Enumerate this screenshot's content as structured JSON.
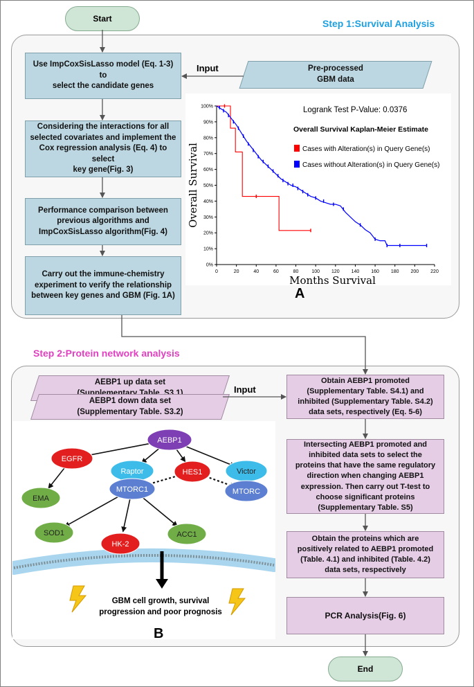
{
  "colors": {
    "box_blue": "#bcd7e1",
    "box_pink": "#e6cde6",
    "pill_green": "#cfe6d6",
    "step1_title": "#1ea0e0",
    "step2_title": "#e040c0",
    "red_series": "#ff0000",
    "blue_series": "#0000ff"
  },
  "start": "Start",
  "end": "End",
  "step1": {
    "title": "Step 1:Survival Analysis",
    "input_label": "Input",
    "preprocessed": "Pre-processed\nGBM data",
    "box1": "Use ImpCoxSisLasso model (Eq. 1-3) to\nselect the candidate genes",
    "box2": "Considering the interactions for all\nselected covariates and implement the\nCox regression analysis (Eq. 4) to select\nkey gene(Fig. 3)",
    "box3": "Performance comparison between\nprevious algorithms and\nImpCoxSisLasso algorithm(Fig. 4)",
    "box4": "Carry out the immune-chemistry\nexperiment to verify the relationship\nbetween key genes and GBM (Fig. 1A)",
    "panel_letter": "A"
  },
  "step2": {
    "title": "Step 2:Protein network analysis",
    "input_label": "Input",
    "up_data": "AEBP1 up data set\n(Supplementary Table. S3.1)",
    "down_data": "AEBP1 down data set\n(Supplementary Table. S3.2)",
    "box1": "Obtain AEBP1 promoted\n(Supplementary Table. S4.1) and\ninhibited (Supplementary Table. S4.2)\ndata sets, respectively (Eq. 5-6)",
    "box2": "Intersecting  AEBP1 promoted and\ninhibited data sets to select the\nproteins that have the same regulatory\ndirection when changing AEBP1\nexpression. Then carry out T-test to\nchoose significant proteins\n(Supplementary Table. S5)",
    "box3": "Obtain the proteins which are\npositively related to AEBP1 promoted\n(Table. 4.1) and inhibited (Table. 4.2)\ndata sets, respectively",
    "box4": "PCR Analysis(Fig. 6)",
    "panel_letter": "B",
    "network": {
      "nodes": [
        "AEBP1",
        "EGFR",
        "Raptor",
        "HES1",
        "Victor",
        "EMA",
        "MTORC1",
        "MTORC",
        "SOD1",
        "HK-2",
        "ACC1"
      ],
      "outcome": "GBM cell growth, survival\nprogression and poor prognosis"
    }
  },
  "chart_data": {
    "type": "line",
    "title": "Overall Survival Kaplan-Meier Estimate",
    "annotation": "Logrank Test P-Value: 0.0376",
    "xlabel": "Months Survival",
    "ylabel": "Overall Survival",
    "xlim": [
      0,
      220
    ],
    "ylim": [
      0,
      100
    ],
    "xticks": [
      0,
      20,
      40,
      60,
      80,
      100,
      120,
      140,
      160,
      180,
      200,
      220
    ],
    "yticks": [
      "0%",
      "10%",
      "20%",
      "30%",
      "40%",
      "50%",
      "60%",
      "70%",
      "80%",
      "90%",
      "100%"
    ],
    "legend_position": "top-right",
    "series": [
      {
        "name": "Cases with Alteration(s) in Query Gene(s)",
        "color": "#ff0000",
        "points": [
          [
            0,
            100
          ],
          [
            14,
            100
          ],
          [
            14,
            86
          ],
          [
            19,
            86
          ],
          [
            19,
            71
          ],
          [
            26,
            71
          ],
          [
            26,
            43
          ],
          [
            63,
            43
          ],
          [
            63,
            21.5
          ],
          [
            95,
            21.5
          ]
        ],
        "censored": [
          [
            8,
            100
          ],
          [
            40,
            43
          ],
          [
            95,
            21.5
          ]
        ]
      },
      {
        "name": "Cases without Alteration(s) in Query Gene(s)",
        "color": "#0000ff",
        "points": [
          [
            0,
            100
          ],
          [
            5,
            98
          ],
          [
            10,
            96
          ],
          [
            15,
            92
          ],
          [
            20,
            88
          ],
          [
            25,
            83
          ],
          [
            30,
            78
          ],
          [
            35,
            74
          ],
          [
            40,
            70
          ],
          [
            45,
            66
          ],
          [
            50,
            63
          ],
          [
            55,
            60
          ],
          [
            60,
            57
          ],
          [
            65,
            54
          ],
          [
            70,
            52
          ],
          [
            75,
            50
          ],
          [
            80,
            49
          ],
          [
            85,
            47
          ],
          [
            90,
            45
          ],
          [
            95,
            43
          ],
          [
            100,
            42
          ],
          [
            105,
            40
          ],
          [
            110,
            39
          ],
          [
            115,
            38
          ],
          [
            120,
            38
          ],
          [
            125,
            37
          ],
          [
            130,
            33
          ],
          [
            135,
            30
          ],
          [
            140,
            27
          ],
          [
            145,
            25
          ],
          [
            150,
            22
          ],
          [
            155,
            20
          ],
          [
            160,
            16
          ],
          [
            165,
            15
          ],
          [
            170,
            15
          ],
          [
            172,
            12
          ],
          [
            212,
            12
          ]
        ],
        "censored": [
          [
            3,
            99
          ],
          [
            7,
            97
          ],
          [
            12,
            94
          ],
          [
            17,
            90
          ],
          [
            22,
            86
          ],
          [
            27,
            81
          ],
          [
            32,
            76
          ],
          [
            37,
            72
          ],
          [
            42,
            68
          ],
          [
            47,
            65
          ],
          [
            52,
            62
          ],
          [
            57,
            59
          ],
          [
            62,
            56
          ],
          [
            67,
            53
          ],
          [
            72,
            51
          ],
          [
            77,
            50
          ],
          [
            82,
            48
          ],
          [
            87,
            46
          ],
          [
            92,
            44
          ],
          [
            100,
            42
          ],
          [
            108,
            40
          ],
          [
            118,
            38
          ],
          [
            128,
            35
          ],
          [
            145,
            25
          ],
          [
            160,
            16
          ],
          [
            172,
            12
          ],
          [
            185,
            12
          ],
          [
            212,
            12
          ]
        ]
      }
    ]
  }
}
